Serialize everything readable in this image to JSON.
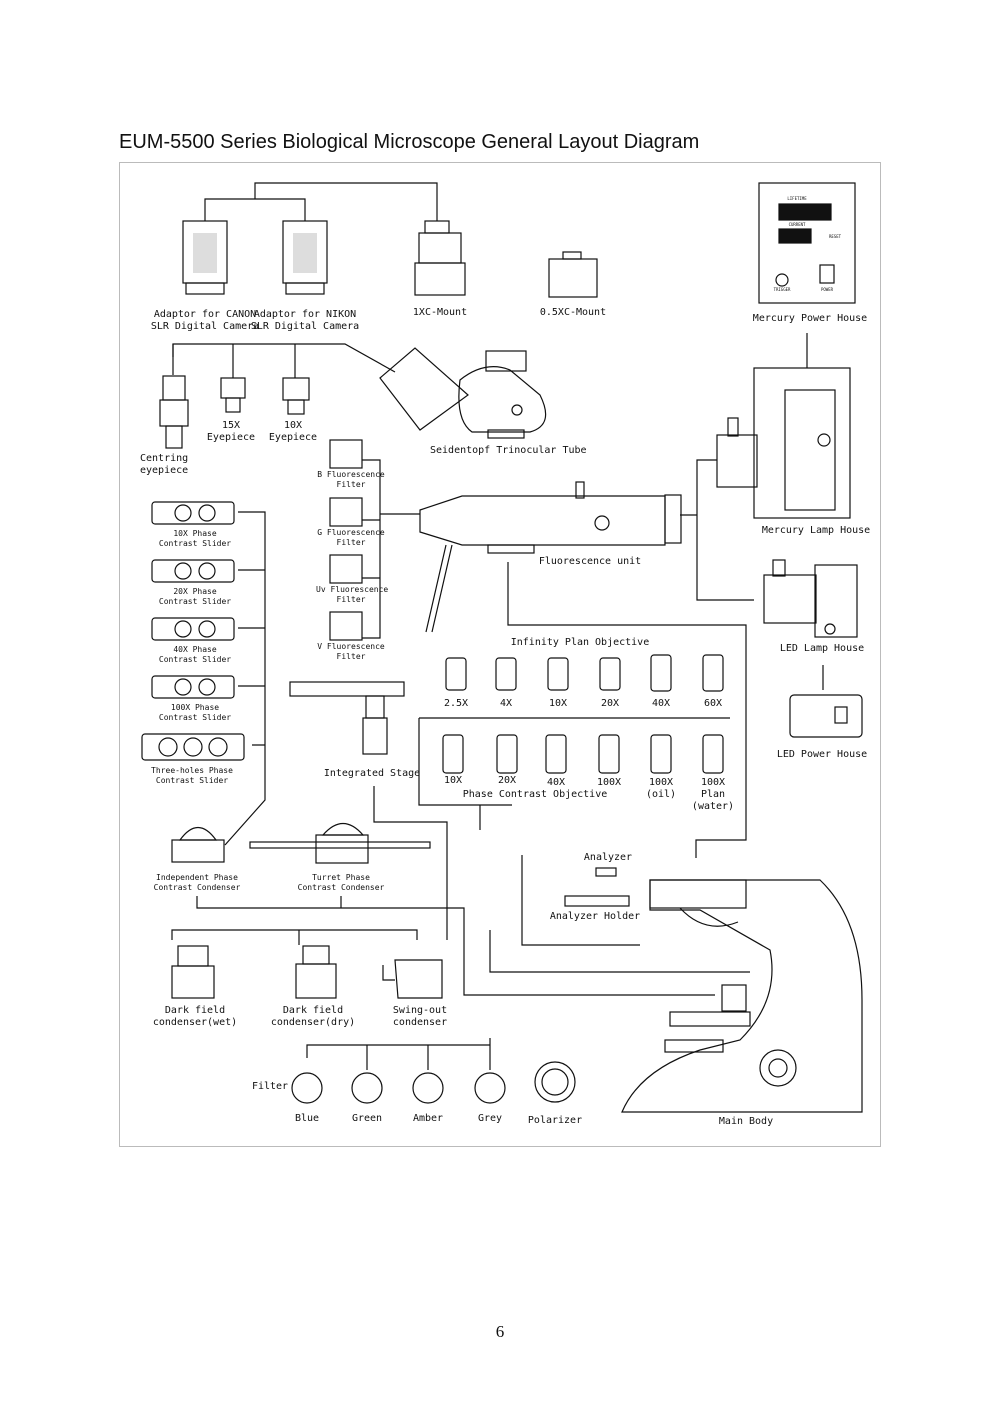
{
  "page": {
    "title": "EUM-5500 Series Biological Microscope General Layout Diagram",
    "page_number": "6"
  },
  "labels": {
    "adaptor_canon": [
      "Adaptor for CANON",
      "SLR Digital Camera"
    ],
    "adaptor_nikon": [
      "Adaptor for NIKON",
      "SLR Digital Camera"
    ],
    "mount_1x": "1XC-Mount",
    "mount_05x": "0.5XC-Mount",
    "mercury_power_house": "Mercury Power House",
    "centring_eyepiece": [
      "Centring",
      "eyepiece"
    ],
    "eyepiece_15x": [
      "15X",
      "Eyepiece"
    ],
    "eyepiece_10x": [
      "10X",
      "Eyepiece"
    ],
    "trinocular_tube": "Seidentopf Trinocular Tube",
    "mercury_lamp_house": "Mercury Lamp House",
    "b_filter": [
      "B Fluorescence",
      "Filter"
    ],
    "g_filter": [
      "G Fluorescence",
      "Filter"
    ],
    "uv_filter": [
      "Uv Fluorescence",
      "Filter"
    ],
    "v_filter": [
      "V Fluorescence",
      "Filter"
    ],
    "fluorescence_unit": "Fluorescence unit",
    "slider_10x": [
      "10X Phase",
      "Contrast Slider"
    ],
    "slider_20x": [
      "20X Phase",
      "Contrast Slider"
    ],
    "slider_40x": [
      "40X Phase",
      "Contrast Slider"
    ],
    "slider_100x": [
      "100X Phase",
      "Contrast Slider"
    ],
    "slider_three": [
      "Three-holes Phase",
      "Contrast Slider"
    ],
    "infinity_plan_objective": "Infinity Plan Objective",
    "plan_objectives": [
      "2.5X",
      "4X",
      "10X",
      "20X",
      "40X",
      "60X"
    ],
    "phase_objectives": [
      "10X",
      "20X",
      "40X",
      "100X",
      "100X",
      "100X"
    ],
    "phase_objective_notes": [
      "(oil)",
      "Plan",
      "(water)"
    ],
    "phase_contrast_objective": "Phase Contrast Objective",
    "led_lamp_house": "LED Lamp House",
    "led_power_house": "LED Power House",
    "integrated_stage": "Integrated Stage",
    "independent_condenser": [
      "Independent Phase",
      "Contrast Condenser"
    ],
    "turret_condenser": [
      "Turret Phase",
      "Contrast Condenser"
    ],
    "analyzer": "Analyzer",
    "analyzer_holder": "Analyzer Holder",
    "dark_field_wet": [
      "Dark field",
      "condenser(wet)"
    ],
    "dark_field_dry": [
      "Dark field",
      "condenser(dry)"
    ],
    "swing_out": [
      "Swing-out",
      "condenser"
    ],
    "filter": "Filter",
    "filters": [
      "Blue",
      "Green",
      "Amber",
      "Grey"
    ],
    "polarizer": "Polarizer",
    "main_body": "Main Body",
    "power_panel": {
      "lifetime": "LIFETIME",
      "current": "CURRENT",
      "trigger": "TRIGGER",
      "power": "POWER",
      "reset": "RESET"
    }
  }
}
